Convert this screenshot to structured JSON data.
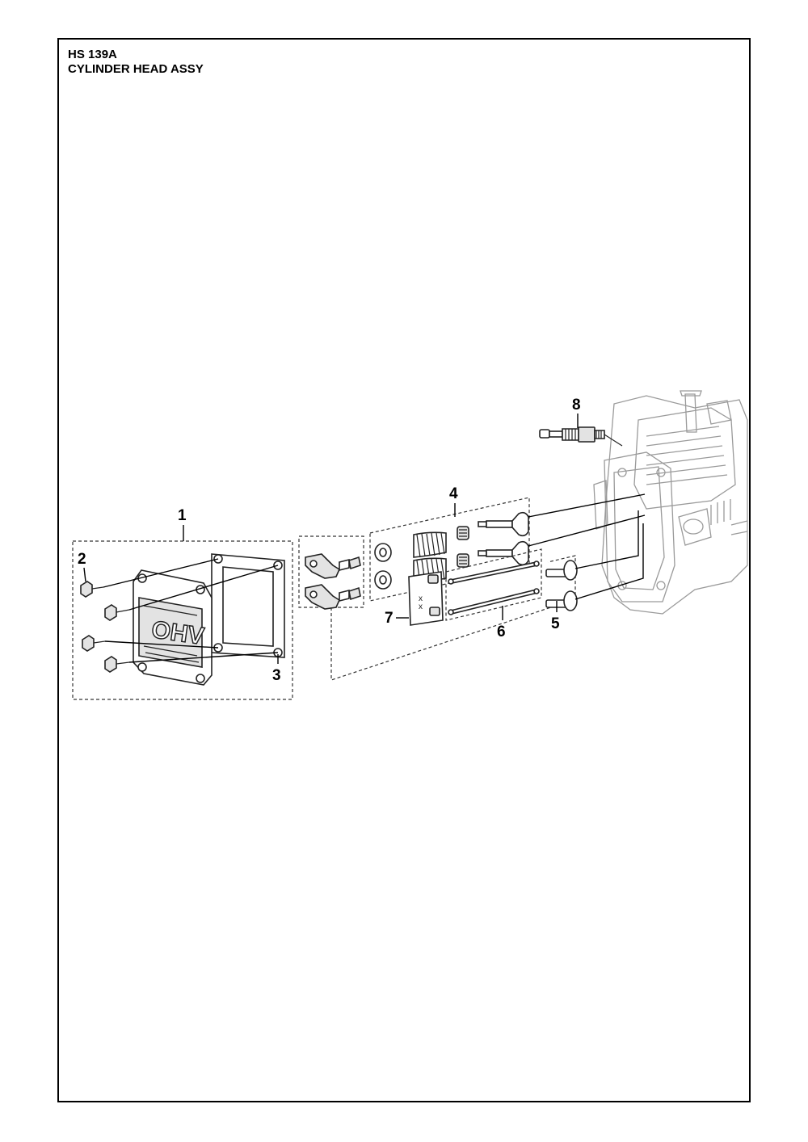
{
  "header": {
    "model": "HS 139A",
    "section": "CYLINDER HEAD ASSY"
  },
  "callouts": {
    "c1": "1",
    "c2": "2",
    "c3": "3",
    "c4": "4",
    "c5": "5",
    "c6": "6",
    "c7": "7",
    "c8": "8"
  },
  "cover_logo": "OHV"
}
